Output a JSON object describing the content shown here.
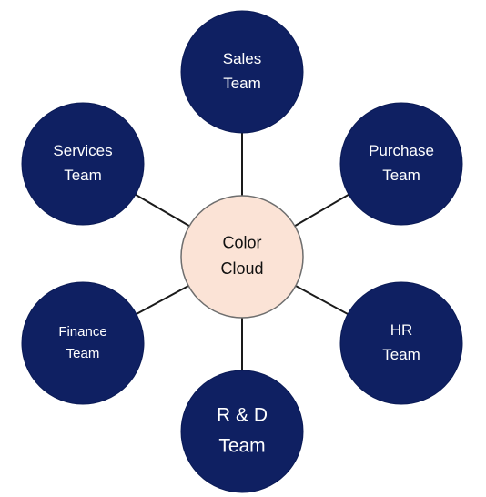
{
  "diagram": {
    "colors": {
      "hub_fill": "#fbe3d6",
      "hub_stroke": "#6e6e6e",
      "node_fill": "#0f2062",
      "node_stroke": "#0a1a55",
      "node_text": "#ffffff",
      "hub_text": "#111111",
      "connector": "#1a1a1a"
    },
    "hub": {
      "lines": [
        "Color",
        "Cloud"
      ]
    },
    "nodes": [
      {
        "id": "sales",
        "lines": [
          "Sales",
          "Team"
        ]
      },
      {
        "id": "purchase",
        "lines": [
          "Purchase",
          "Team"
        ]
      },
      {
        "id": "hr",
        "lines": [
          "HR",
          "Team"
        ]
      },
      {
        "id": "rnd",
        "lines": [
          "R & D",
          "Team"
        ]
      },
      {
        "id": "finance",
        "lines": [
          "Finance",
          "Team"
        ]
      },
      {
        "id": "services",
        "lines": [
          "Services",
          "Team"
        ]
      }
    ]
  }
}
